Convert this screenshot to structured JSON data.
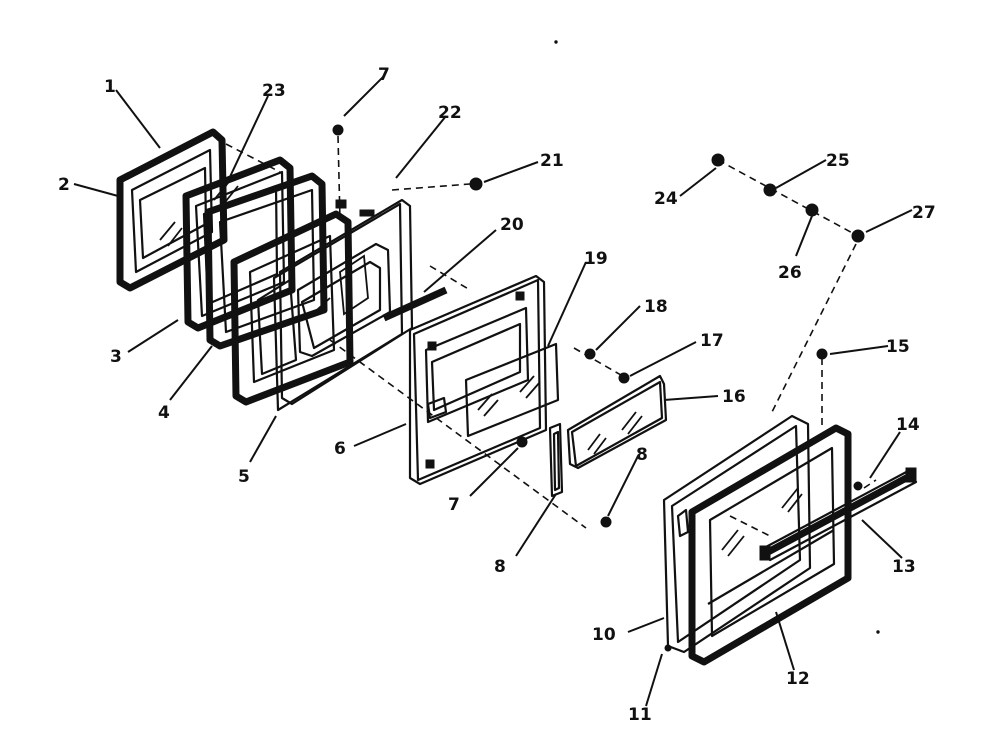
{
  "callouts": [
    {
      "id": "c1",
      "text": "1"
    },
    {
      "id": "c2",
      "text": "2"
    },
    {
      "id": "c3",
      "text": "3"
    },
    {
      "id": "c4",
      "text": "4"
    },
    {
      "id": "c5",
      "text": "5"
    },
    {
      "id": "c6",
      "text": "6"
    },
    {
      "id": "c7a",
      "text": "7"
    },
    {
      "id": "c7b",
      "text": "7"
    },
    {
      "id": "c8a",
      "text": "8"
    },
    {
      "id": "c8b",
      "text": "8"
    },
    {
      "id": "c10",
      "text": "10"
    },
    {
      "id": "c11",
      "text": "11"
    },
    {
      "id": "c12",
      "text": "12"
    },
    {
      "id": "c13",
      "text": "13"
    },
    {
      "id": "c14",
      "text": "14"
    },
    {
      "id": "c15",
      "text": "15"
    },
    {
      "id": "c16",
      "text": "16"
    },
    {
      "id": "c17",
      "text": "17"
    },
    {
      "id": "c18",
      "text": "18"
    },
    {
      "id": "c19",
      "text": "19"
    },
    {
      "id": "c20",
      "text": "20"
    },
    {
      "id": "c21",
      "text": "21"
    },
    {
      "id": "c22",
      "text": "22"
    },
    {
      "id": "c23",
      "text": "23"
    },
    {
      "id": "c24",
      "text": "24"
    },
    {
      "id": "c25",
      "text": "25"
    },
    {
      "id": "c26",
      "text": "26"
    },
    {
      "id": "c27",
      "text": "27"
    }
  ]
}
